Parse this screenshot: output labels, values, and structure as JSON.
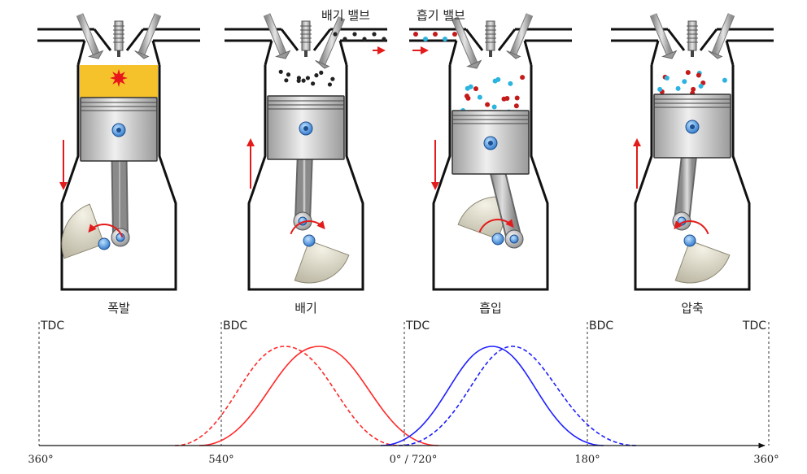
{
  "engine": {
    "strokes": [
      "폭발",
      "배기",
      "흡입",
      "압축"
    ],
    "valve_labels": {
      "exhaust": "배기 밸브",
      "intake": "흡기 밸브"
    }
  },
  "timing": {
    "markers": [
      "TDC",
      "BDC",
      "TDC",
      "BDC",
      "TDC"
    ],
    "axis_labels": [
      "360°",
      "540°",
      "0° / 720°",
      "180°",
      "360°"
    ]
  },
  "colors": {
    "exhaust_curve": "#ff2a2a",
    "intake_curve": "#1f1fff",
    "explosion": "#f5c22c",
    "exhaust_gas": "#222222",
    "fuel_air_red": "#c41a1a",
    "fuel_air_blue": "#2bb4e0"
  }
}
